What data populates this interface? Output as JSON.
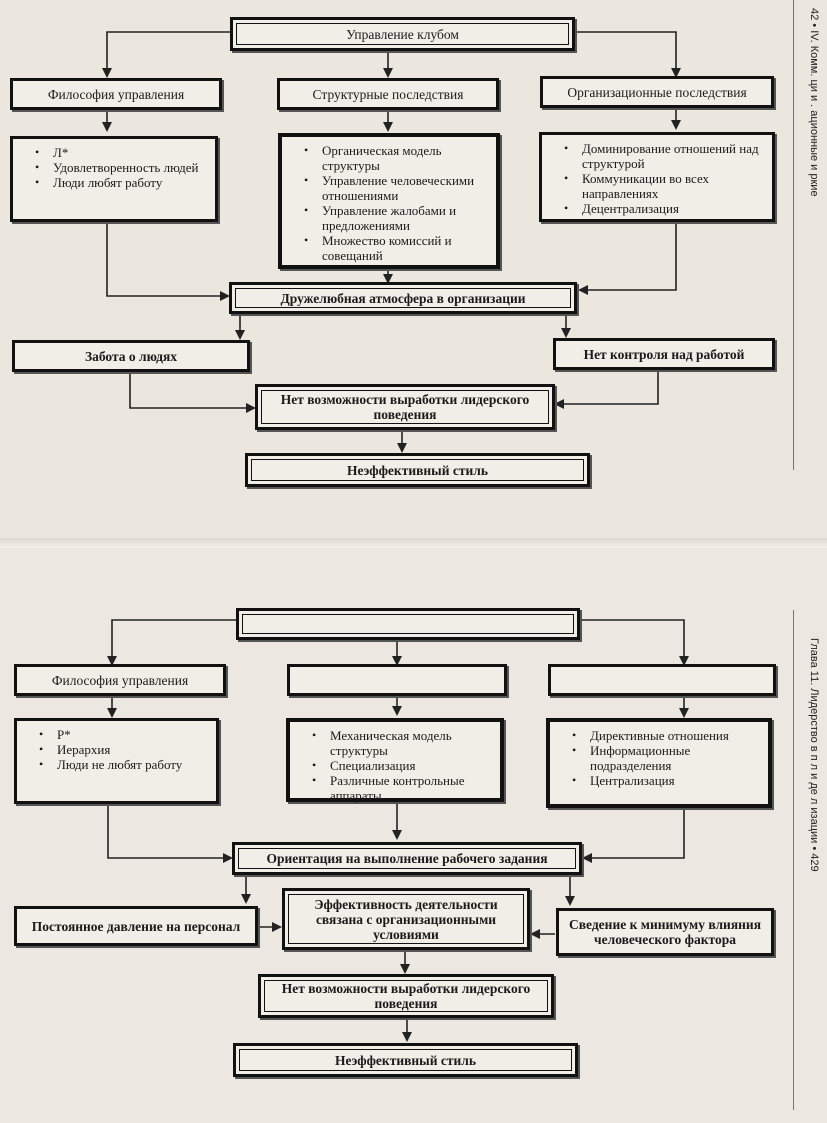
{
  "top": {
    "title": "Управление клубом",
    "col1_header": "Философия управления",
    "col2_header": "Структурные последствия",
    "col3_header": "Организационные последствия",
    "col1_items": [
      "Л*",
      "Удовлетворенность людей",
      "Люди любят работу"
    ],
    "col2_items": [
      "Органическая модель структуры",
      "Управление человеческими отношениями",
      "Управление жалобами и предложениями",
      "Множество комиссий и совещаний"
    ],
    "col3_items": [
      "Доминирование отношений над структурой",
      "Коммуникации во всех направлениях",
      "Децентрализация"
    ],
    "atmosphere": "Дружелюбная атмосфера в организации",
    "left_effect": "Забота о людях",
    "right_effect": "Нет контроля над работой",
    "no_leadership": "Нет возможности выработки лидерского поведения",
    "result": "Неэффективный стиль",
    "side_text": "42 • IV. Комм. ци и . ационные и ркие"
  },
  "bottom": {
    "title": "",
    "col1_header": "Философия управления",
    "col2_header": "",
    "col3_header": "",
    "col1_items": [
      "Р*",
      "Иерархия",
      "Люди не любят работу"
    ],
    "col2_items": [
      "Механическая модель структуры",
      "Специализация",
      "Различные контрольные аппараты"
    ],
    "col3_items": [
      "Директивные отношения",
      "Информационные подразделения",
      "Централизация"
    ],
    "orientation": "Ориентация на выполнение рабочего задания",
    "efficiency": "Эффективность деятельности связана с организационными условиями",
    "left_effect": "Постоянное давление на персонал",
    "right_effect": "Сведение к минимуму влияния человеческого фактора",
    "no_leadership": "Нет возможности выработки лидерского поведения",
    "result": "Неэффективный стиль",
    "side_text": "Глава 11. Лидерство в п л и де л изации • 429"
  }
}
